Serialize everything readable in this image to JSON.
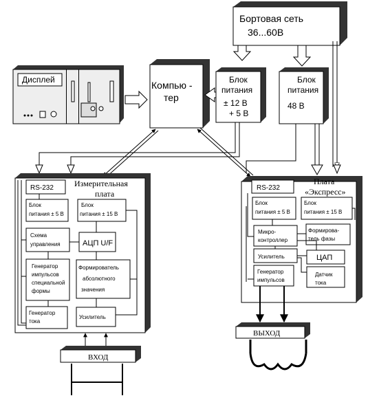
{
  "supply": {
    "line1": "Бортовая сеть",
    "line2": "36...60В"
  },
  "computer": {
    "line1": "Компью -",
    "line2": "тер"
  },
  "display": {
    "label": "Дисплей"
  },
  "psu12": {
    "l1": "Блок",
    "l2": "питания",
    "l3": "± 12 В",
    "l4": "+ 5 В"
  },
  "psu48": {
    "l1": "Блок",
    "l2": "питания",
    "l3": "48 В"
  },
  "meas": {
    "title1": "Измерительная",
    "title2": "плата",
    "rs232": "RS-232",
    "psu5": {
      "l1": "Блок",
      "l2": "питания ± 5 В"
    },
    "psu15": {
      "l1": "Блок",
      "l2": "питания ± 15 В"
    },
    "ctrl": {
      "l1": "Схема",
      "l2": "управления"
    },
    "adc": "АЦП U/F",
    "pulse": {
      "l1": "Генератор",
      "l2": "импульсов",
      "l3": "специальной",
      "l4": "формы"
    },
    "absval": {
      "l1": "Формирователь",
      "l2": "абсолютного",
      "l3": "значения"
    },
    "curgen": {
      "l1": "Генератор",
      "l2": "тока"
    },
    "amp": "Усилитель"
  },
  "input": {
    "label": "ВХОД"
  },
  "express": {
    "title1": "Плата",
    "title2": "«Экспресс»",
    "rs232": "RS-232",
    "psu5": {
      "l1": "Блок",
      "l2": "питания ± 5 В"
    },
    "psu15": {
      "l1": "Блок",
      "l2": "питания ± 15 В"
    },
    "mcu": {
      "l1": "Микро-",
      "l2": "контроллер"
    },
    "phase": {
      "l1": "Формирова-",
      "l2": "тель фазы"
    },
    "amp": "Усилитель",
    "dac": "ЦАП",
    "pulse": {
      "l1": "Генератор",
      "l2": "импульсов"
    },
    "sensor": {
      "l1": "Датчик",
      "l2": "тока"
    }
  },
  "output": {
    "label": "ВЫХОД"
  }
}
